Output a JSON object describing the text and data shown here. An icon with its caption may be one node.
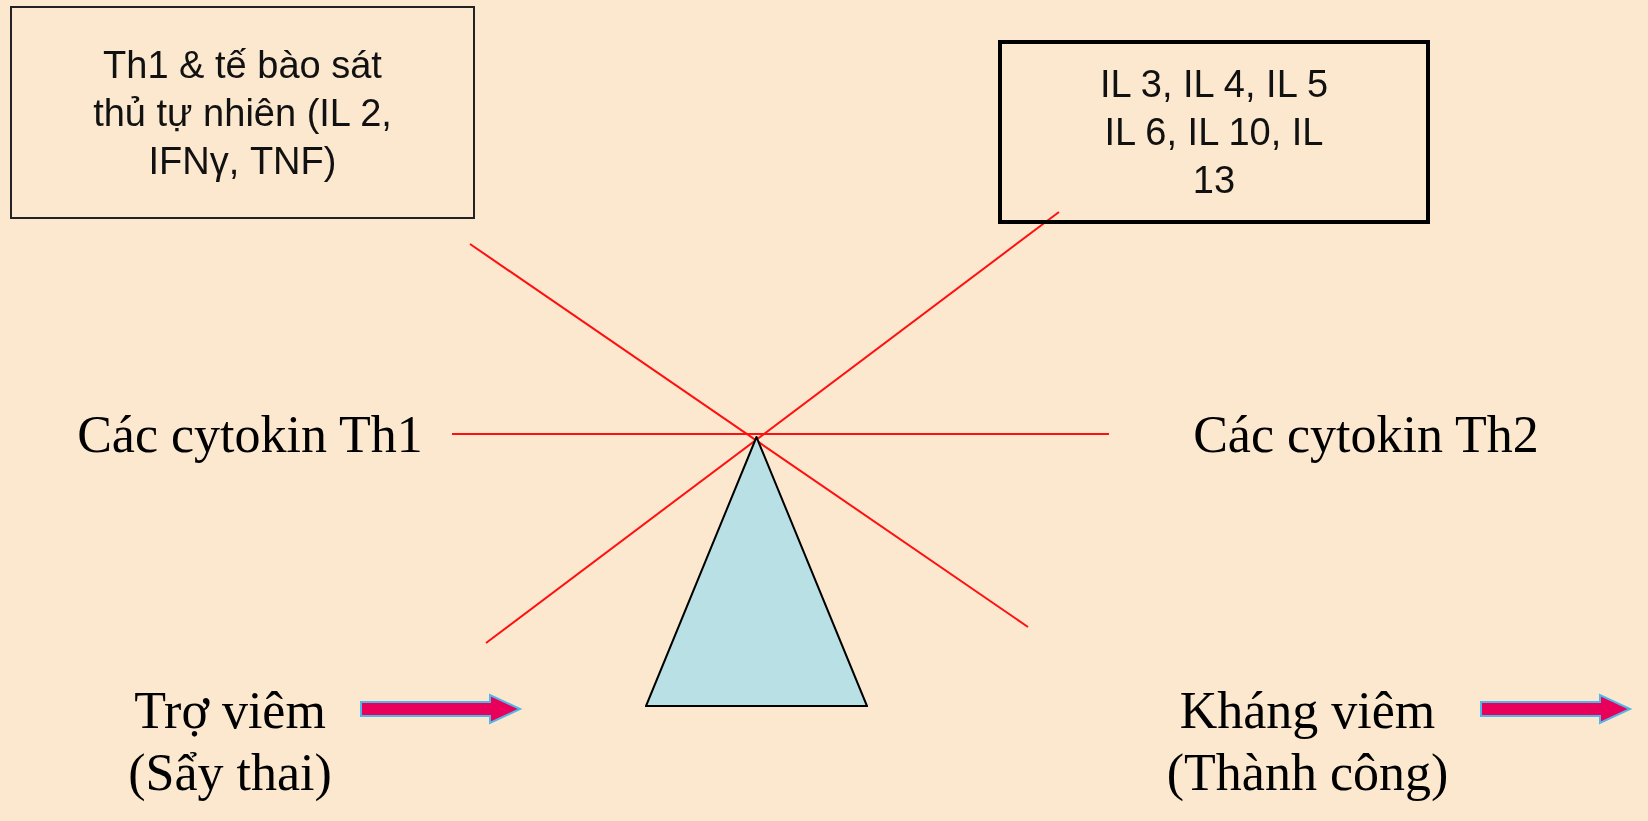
{
  "diagram": {
    "nodes": [
      {
        "text": [
          "Th1 & tế bào sát thủ tự nhiên (IL 2, IFNγ, TNF)"
        ]
      },
      {
        "text": [
          "IL 3, IL 4, IL 5 IL 6, IL 10, IL 13"
        ]
      },
      {
        "text": [
          "Các cytokin Th1"
        ]
      },
      {
        "text": [
          "Các cytokin Th2"
        ]
      },
      {
        "text": [],
        "shape": "triangle"
      },
      {
        "text": [
          "Trợ viêm (Sẩy thai)"
        ]
      },
      {
        "text": [
          "Kháng viêm (Thành công)"
        ]
      }
    ],
    "edges": [
      {
        "from": 5,
        "to": null,
        "arrow": "to"
      },
      {
        "from": 6,
        "to": null,
        "arrow": "to"
      }
    ]
  }
}
